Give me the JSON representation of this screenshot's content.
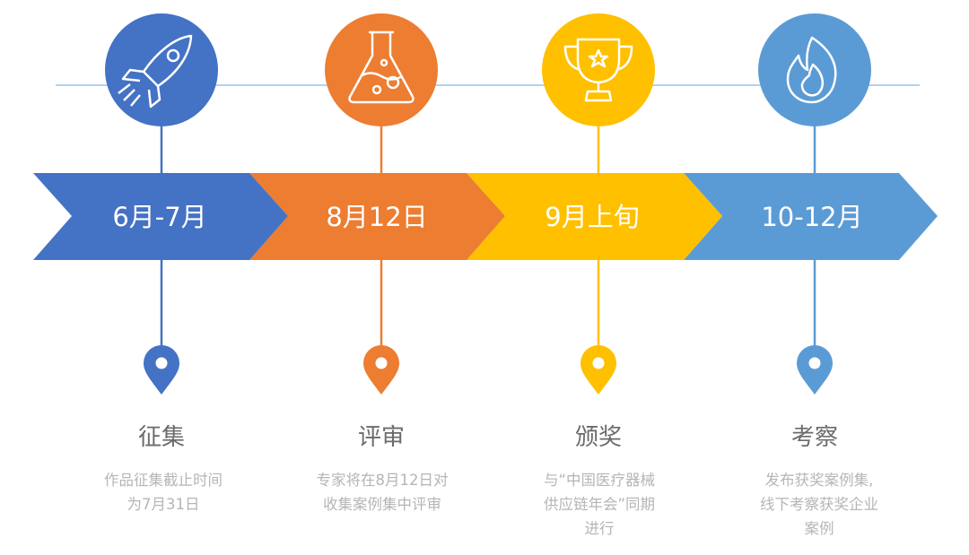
{
  "colors": {
    "blue": "#4472C4",
    "orange": "#ED7D31",
    "yellow": "#FFC000",
    "lightblue": "#5B9BD5",
    "line": "#9DC3E6"
  },
  "stages": [
    {
      "icon": "rocket-icon",
      "date": "6月-7月",
      "title": "征集",
      "desc_lines": [
        "作品征集截止时间",
        "为7月31日"
      ]
    },
    {
      "icon": "flask-icon",
      "date": "8月12日",
      "title": "评审",
      "desc_lines": [
        "专家将在8月12日对",
        "收集案例集中评审"
      ]
    },
    {
      "icon": "trophy-icon",
      "date": "9月上旬",
      "title": "颁奖",
      "desc_lines": [
        "与“中国医疗器械",
        "供应链年会”同期",
        "进行"
      ]
    },
    {
      "icon": "flame-icon",
      "date": "10-12月",
      "title": "考察",
      "desc_lines": [
        "发布获奖案例集,",
        "线下考察获奖企业",
        "案例"
      ]
    }
  ]
}
